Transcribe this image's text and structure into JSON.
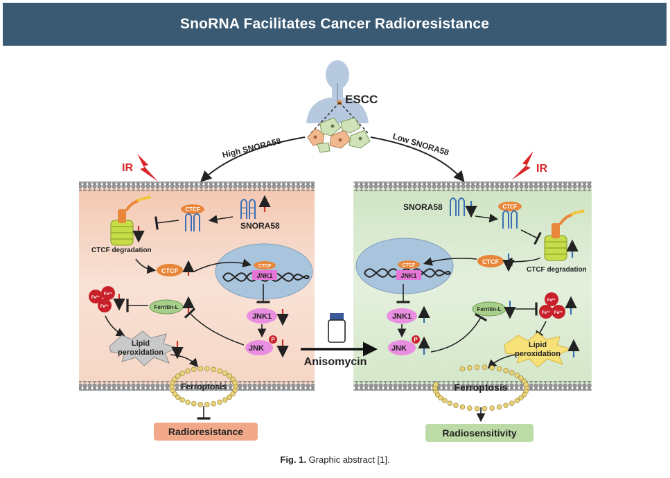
{
  "banner": {
    "title": "SnoRNA Facilitates Cancer Radioresistance"
  },
  "diagram": {
    "escc_label": "ESCC",
    "high_branch_label": "High SNORA58",
    "low_branch_label": "Low SNORA58",
    "ir_label": "IR",
    "left": {
      "snora58_label": "SNORA58",
      "ctcf_label": "CTCF",
      "ctcf_degradation_label": "CTCF degradation",
      "jnk1_label": "JNK1",
      "jnk_label": "JNK",
      "p_label": "P",
      "ferritin_label": "Ferritin-L",
      "fe_label": "Fe²⁺",
      "lipid_line1": "Lipid",
      "lipid_line2": "peroxidation",
      "ferroptosis_label": "Ferroptosis",
      "outcome_label": "Radioresistance"
    },
    "right": {
      "snora58_label": "SNORA58",
      "ctcf_label": "CTCF",
      "ctcf_degradation_label": "CTCF degradation",
      "jnk1_label": "JNK1",
      "jnk_label": "JNK",
      "p_label": "P",
      "ferritin_label": "Ferritin-L",
      "fe_label": "Fe²⁺",
      "lipid_line1": "Lipid",
      "lipid_line2": "peroxidation",
      "ferroptosis_label": "Ferroptosis",
      "outcome_label": "Radiosensitivity"
    },
    "drug_label": "Anisomycin",
    "colors": {
      "left_panel": "#f6d9c9",
      "right_panel": "#dcebd4",
      "nucleus": "#a9c4dd",
      "ctcf": "#e8863a",
      "jnk": "#e98ee0",
      "jnk1_box": "#e575d6",
      "ferritin": "#a8cf8a",
      "fe": "#c8202a",
      "up_arrow_left": "#d0302a",
      "blue_arrow": "#3a6fb5",
      "ir_bolt": "#d8262a",
      "outcome_left": "#f2a98a",
      "outcome_right": "#bcdba6",
      "membrane": "#8a8a8a"
    }
  },
  "caption": {
    "fig_label": "Fig. 1.",
    "text": "Graphic abstract [1]."
  }
}
